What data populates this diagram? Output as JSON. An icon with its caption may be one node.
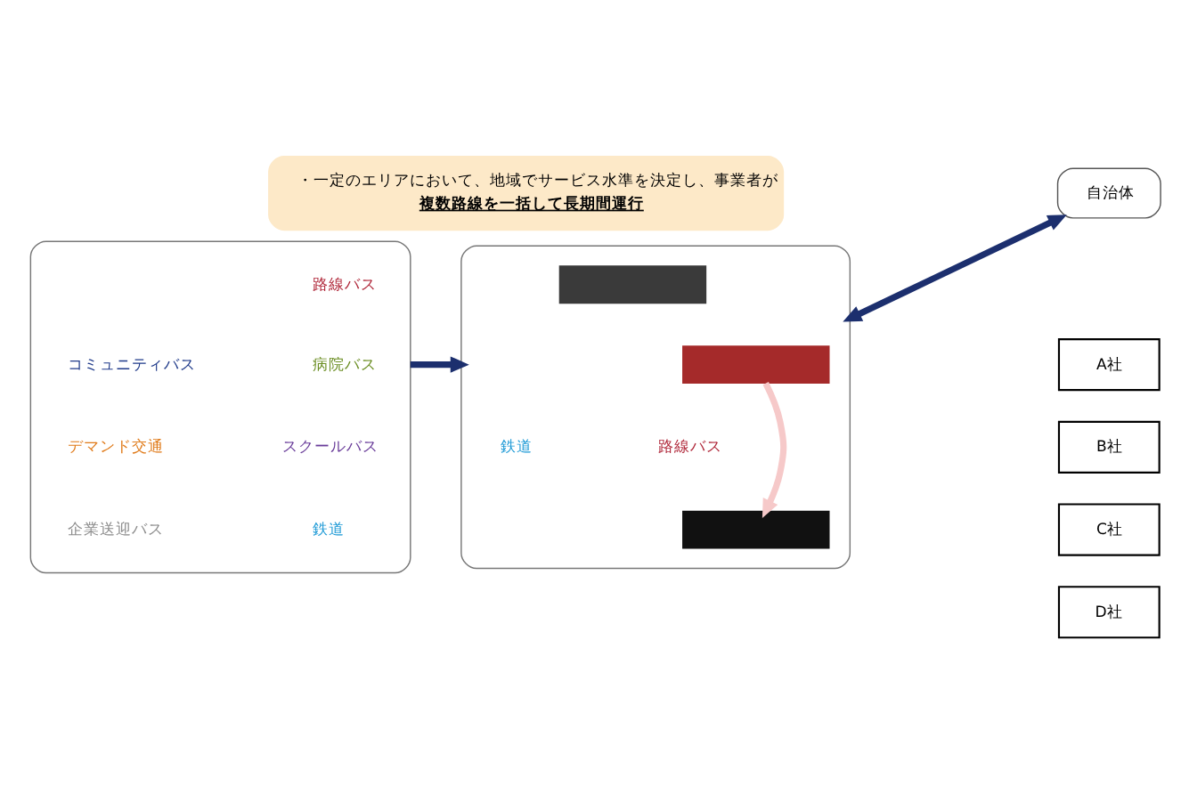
{
  "diagram": {
    "nodes": [
      {
        "text": [
          "・一定のエリアにおいて、地域でサービス水準を決定し、事業者が**複数路線を一括して長期間運行**"
        ]
      },
      {
        "text": [],
        "shape": "ellipse"
      },
      {
        "text": [
          "路線バス"
        ],
        "in": 1
      },
      {
        "text": [
          "コミュニティバス"
        ],
        "in": 1
      },
      {
        "text": [
          "病院バス"
        ],
        "in": 1
      },
      {
        "text": [
          "デマンド交通"
        ],
        "in": 1
      },
      {
        "text": [
          "スクールバス"
        ],
        "in": 1
      },
      {
        "text": [
          "企業送迎バス"
        ],
        "in": 1
      },
      {
        "text": [
          "鉄道"
        ],
        "in": 1
      },
      {
        "text": [],
        "shape": "ellipse"
      },
      {
        "text": [],
        "shape": "box",
        "in": 9
      },
      {
        "text": [],
        "shape": "box",
        "in": 9
      },
      {
        "text": [
          "鉄道"
        ],
        "in": 9
      },
      {
        "text": [
          "路線バス"
        ],
        "in": 9
      },
      {
        "text": [],
        "shape": "box",
        "in": 9
      },
      {
        "text": [
          "自治体"
        ]
      },
      {
        "text": [
          "A社"
        ]
      },
      {
        "text": [
          "B社"
        ]
      },
      {
        "text": [
          "C社"
        ]
      },
      {
        "text": [
          "D社"
        ]
      }
    ],
    "edges": [
      {
        "from": 1,
        "to": 9,
        "arrow": "to",
        "color": "#1c2f6e"
      },
      {
        "from": 15,
        "to": 9,
        "arrow": "both",
        "color": "#1c2f6e"
      },
      {
        "from": 11,
        "to": 14,
        "arrow": "to",
        "color": "#f6c9c9"
      }
    ]
  }
}
